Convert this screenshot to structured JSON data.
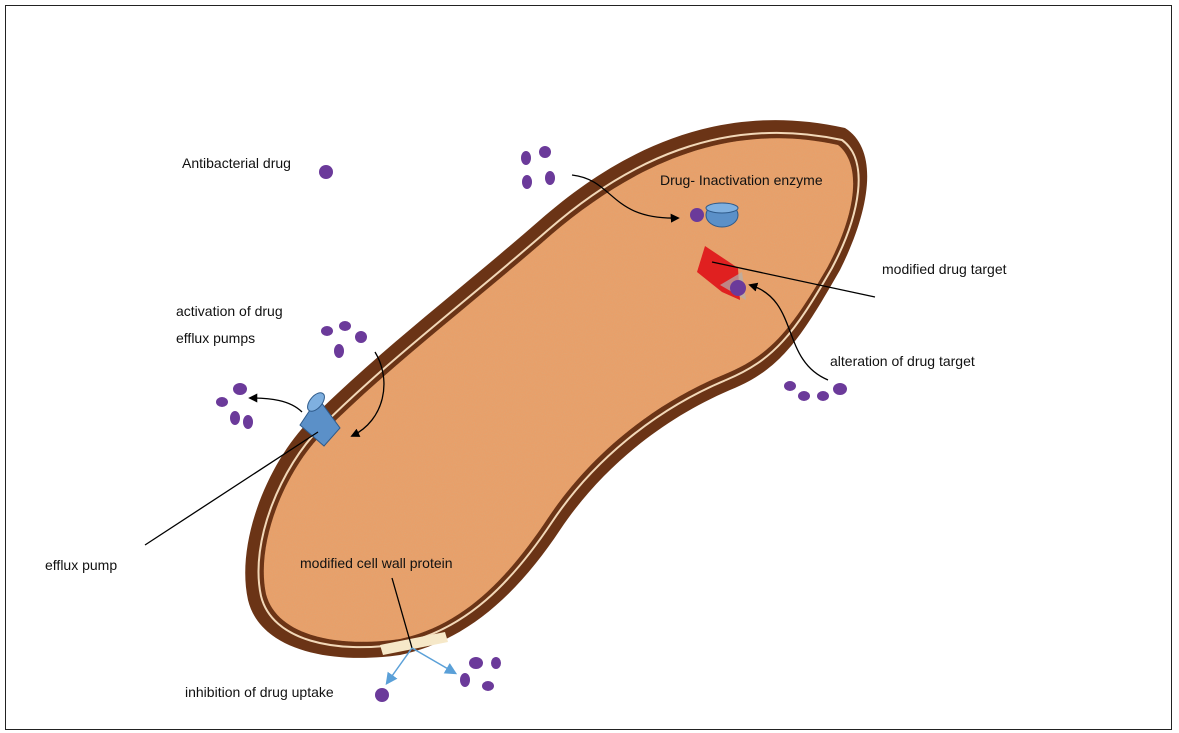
{
  "labels": {
    "antibacterial_drug": "Antibacterial  drug",
    "inactivation_enzyme": "Drug- Inactivation  enzyme",
    "modified_drug_target": "modified drug target",
    "alteration_of_drug_target": "alteration of drug target",
    "activation_efflux_line1": "activation of drug",
    "activation_efflux_line2": "efflux pumps",
    "efflux_pump": "efflux pump",
    "modified_cell_wall_protein": "modified  cell  wall protein",
    "inhibition_of_drug_uptake": "inhibition  of drug uptake"
  },
  "colors": {
    "cell_wall": "#6b3416",
    "cytoplasm": "#e8a06a",
    "drug": "#6b3a9a",
    "pump": "#5b90c8",
    "target": "#e02020",
    "porin": "#f6e8c8",
    "uptake_arrow": "#5aa0d8"
  }
}
